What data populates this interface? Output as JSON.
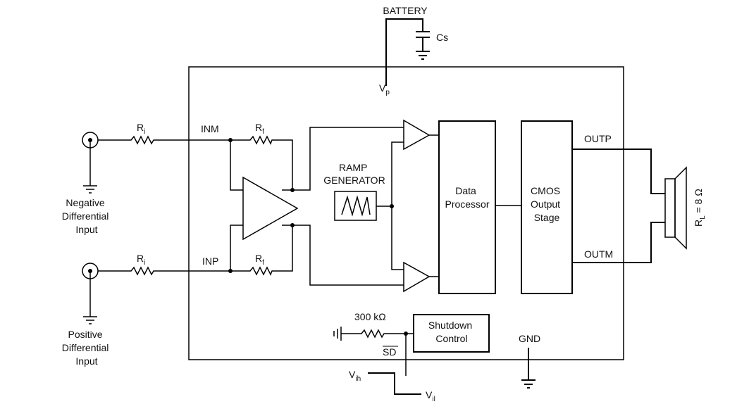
{
  "diagram": {
    "type": "block-diagram",
    "title": "Class-D audio amplifier application circuit",
    "supply": {
      "label": "BATTERY",
      "capacitor": "Cs",
      "pin": {
        "main": "V",
        "sub": "p"
      }
    },
    "inputs": {
      "negative": {
        "resistor": {
          "main": "R",
          "sub": "i"
        },
        "pin": "INM",
        "feedback": {
          "main": "R",
          "sub": "f"
        },
        "label_lines": [
          "Negative",
          "Differential",
          "Input"
        ]
      },
      "positive": {
        "resistor": {
          "main": "R",
          "sub": "i"
        },
        "pin": "INP",
        "feedback": {
          "main": "R",
          "sub": "f"
        },
        "label_lines": [
          "Positive",
          "Differential",
          "Input"
        ]
      }
    },
    "ramp": {
      "label_lines": [
        "RAMP",
        "GENERATOR"
      ]
    },
    "data_processor": {
      "label_lines": [
        "Data",
        "Processor"
      ]
    },
    "output_stage": {
      "label_lines": [
        "CMOS",
        "Output",
        "Stage"
      ]
    },
    "outputs": {
      "positive": "OUTP",
      "negative": "OUTM"
    },
    "load": {
      "main": "R",
      "sub": "L",
      "value": " = 8 Ω"
    },
    "shutdown": {
      "resistor": "300 kΩ",
      "pin": "SD",
      "block_lines": [
        "Shutdown",
        "Control"
      ],
      "vih": {
        "main": "V",
        "sub": "ih"
      },
      "vil": {
        "main": "V",
        "sub": "il"
      }
    },
    "ground": "GND"
  }
}
